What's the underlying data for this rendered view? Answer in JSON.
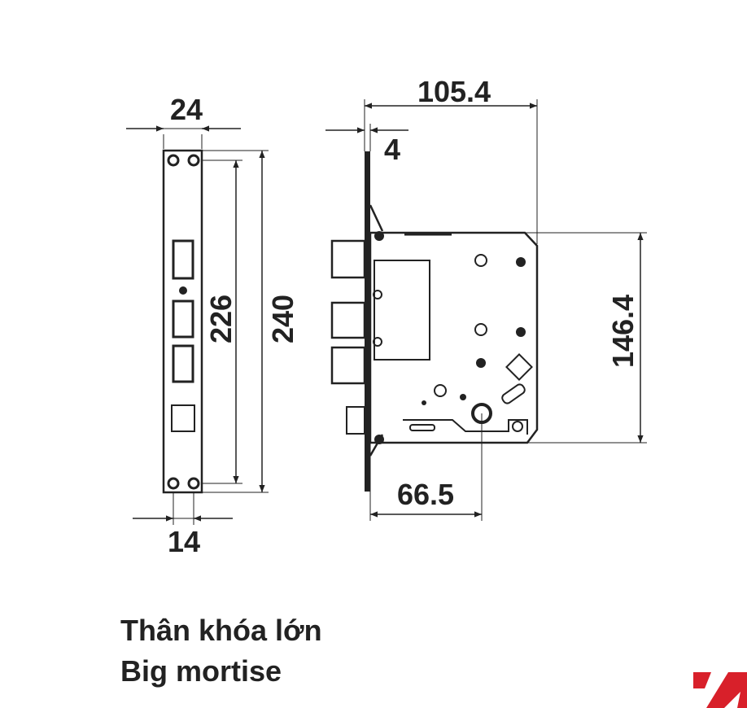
{
  "dimensions": {
    "faceplate_width": "24",
    "hole_spacing": "226",
    "faceplate_length": "240",
    "bolt_offset": "14",
    "body_depth": "105.4",
    "plate_thickness": "4",
    "body_height": "146.4",
    "backset": "66.5"
  },
  "caption": {
    "vi": "Thân khóa lớn",
    "en": "Big mortise"
  },
  "colors": {
    "ink": "#222222",
    "logo": "#d8202a",
    "background": "#ffffff"
  },
  "icons": {
    "logo": "brand-logo-fragment"
  }
}
